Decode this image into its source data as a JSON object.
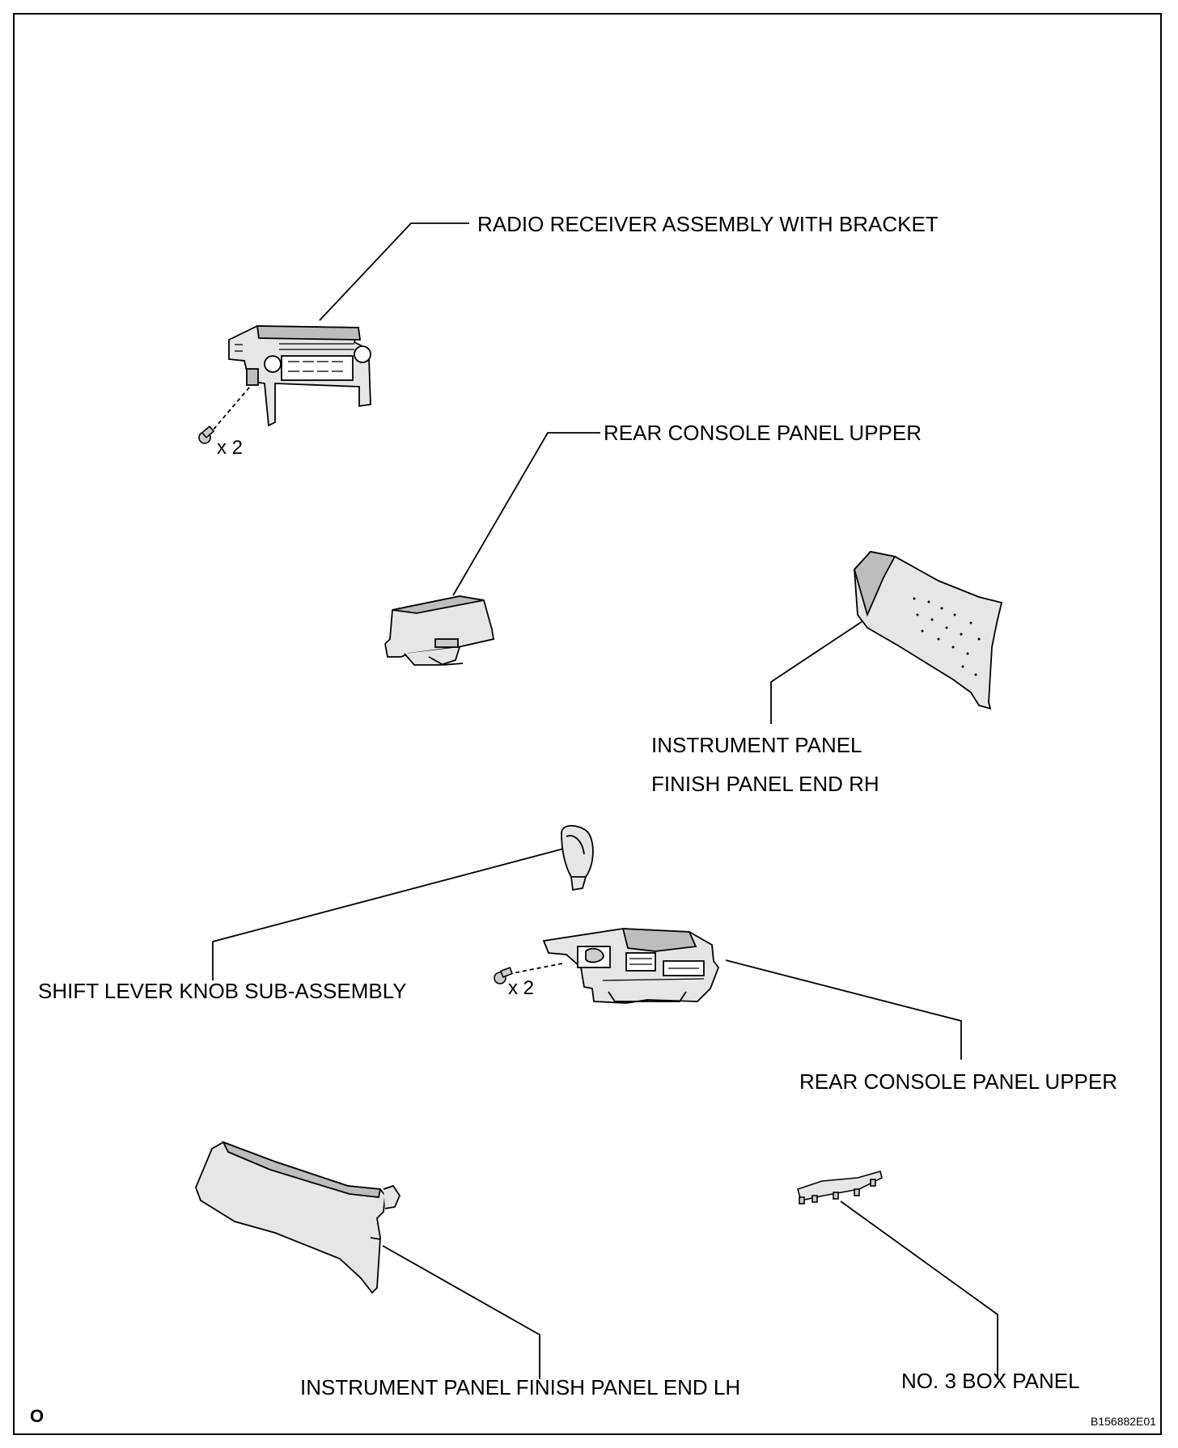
{
  "labels": {
    "radio_receiver": "RADIO RECEIVER ASSEMBLY WITH BRACKET",
    "rear_console_upper_top": "REAR CONSOLE PANEL UPPER",
    "instrument_panel_rh_line1": "INSTRUMENT PANEL",
    "instrument_panel_rh_line2": "FINISH PANEL END RH",
    "shift_lever_knob": "SHIFT LEVER KNOB SUB-ASSEMBLY",
    "rear_console_upper_bottom": "REAR CONSOLE PANEL UPPER",
    "instrument_panel_lh": "INSTRUMENT PANEL FINISH PANEL END LH",
    "box_panel": "NO. 3 BOX PANEL"
  },
  "quantities": {
    "radio_screws": "x 2",
    "console_screws": "x 2"
  },
  "corner_mark": "O",
  "figure_id": "B156882E01",
  "colors": {
    "ink": "#000000",
    "part_fill": "#e6e6e6",
    "part_shade": "#bdbdbd",
    "background": "#ffffff"
  }
}
